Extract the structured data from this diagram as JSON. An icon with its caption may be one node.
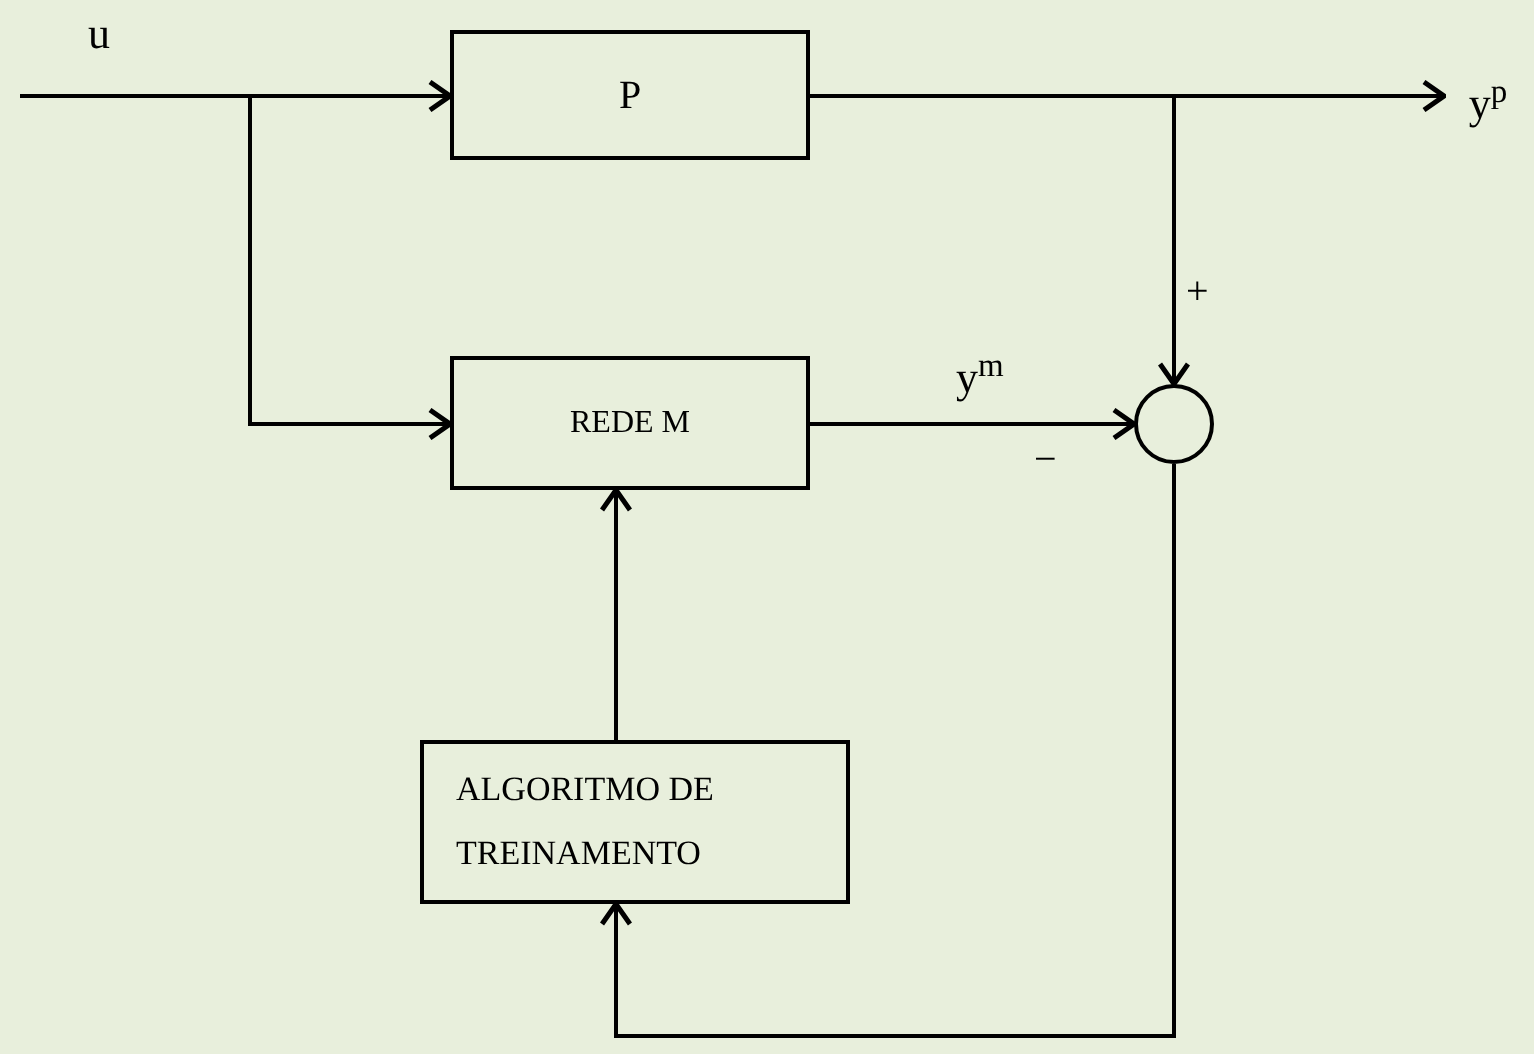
{
  "diagram": {
    "nodes": [
      {
        "text": [
          "P"
        ]
      },
      {
        "text": [
          "REDE M"
        ]
      },
      {
        "text": [],
        "shape": "circle"
      },
      {
        "text": [
          "ALGORITMO DE TREINAMENTO"
        ]
      },
      {
        "text": [
          "y$^{p}$"
        ]
      }
    ],
    "edges": [
      {
        "from": null,
        "to": 0,
        "arrow": "to",
        "label": "u"
      },
      {
        "from": null,
        "to": 1,
        "arrow": "to"
      },
      {
        "from": 0,
        "to": 4,
        "arrow": "to"
      },
      {
        "from": 0,
        "to": 2,
        "arrow": "to"
      },
      {
        "from": 1,
        "to": 2,
        "arrow": "to",
        "label": "y$^{m}$"
      },
      {
        "from": 2,
        "to": 3,
        "arrow": "to"
      },
      {
        "from": 3,
        "to": 1,
        "arrow": "to"
      }
    ],
    "labels": [
      "+",
      "−"
    ]
  }
}
